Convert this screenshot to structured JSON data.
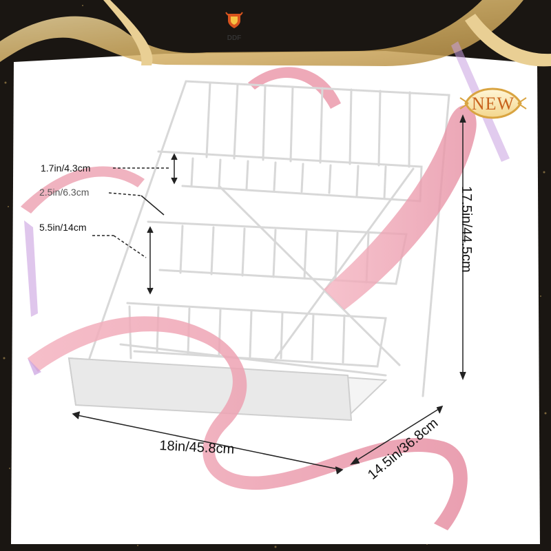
{
  "brand": {
    "name": "DDF",
    "logo_icon": "shield-crest-icon"
  },
  "badge": {
    "text": "NEW"
  },
  "dimensions": {
    "slot_height": "1.7in/4.3cm",
    "slot_depth": "2.5in/6.3cm",
    "tier_spacing": "5.5in/14cm",
    "width": "18in/45.8cm",
    "height": "17.5in/44.5cm",
    "depth": "14.5in/36.8cm"
  },
  "colors": {
    "frame_dark": "#1a1612",
    "gold": "#d9b56a",
    "ribbon_pink": "#eca0b0",
    "badge_orange": "#c8621c",
    "rack_white": "#f2f2f2"
  }
}
